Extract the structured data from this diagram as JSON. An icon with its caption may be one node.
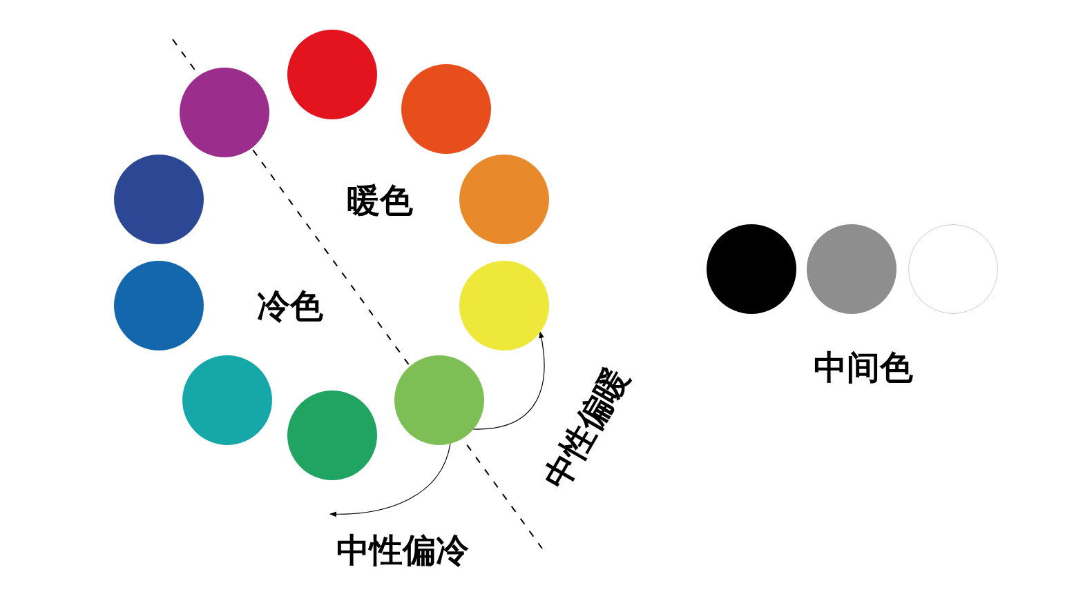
{
  "diagram": {
    "nodes": [
      {
        "text": [],
        "shape": "circle"
      },
      {
        "text": [],
        "shape": "circle"
      },
      {
        "text": [],
        "shape": "circle"
      },
      {
        "text": [],
        "shape": "circle"
      },
      {
        "text": [],
        "shape": "circle"
      },
      {
        "text": [],
        "shape": "circle"
      },
      {
        "text": [],
        "shape": "circle"
      },
      {
        "text": [],
        "shape": "circle"
      },
      {
        "text": [],
        "shape": "circle"
      },
      {
        "text": [],
        "shape": "circle"
      },
      {
        "text": [],
        "shape": "circle"
      },
      {
        "text": [],
        "shape": "circle"
      },
      {
        "text": [],
        "shape": "circle"
      }
    ],
    "edges": [
      {
        "from": 4,
        "to": 3,
        "arrow": "to",
        "label": "中性偏暖"
      },
      {
        "from": 4,
        "to": null,
        "arrow": "to",
        "label": "中性偏冷"
      }
    ],
    "labels": [
      "暖色",
      "冷色",
      "中间色"
    ]
  }
}
